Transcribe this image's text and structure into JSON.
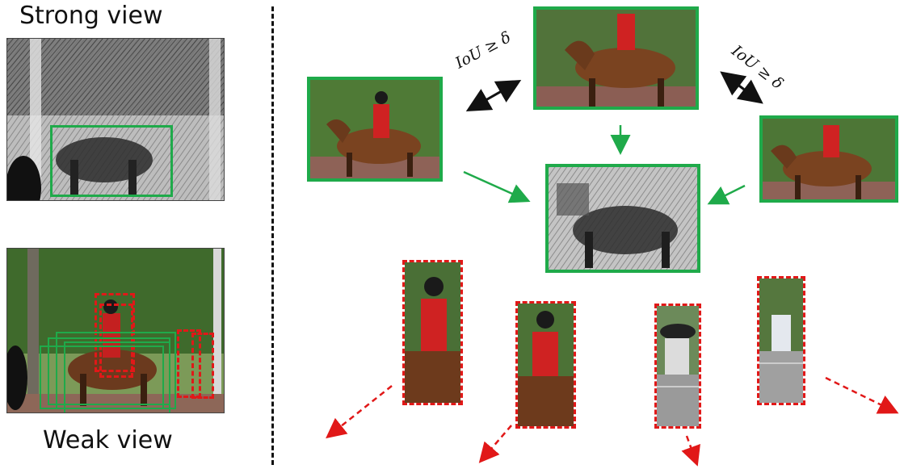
{
  "labels": {
    "strong_view": "Strong view",
    "weak_view": "Weak view",
    "iou_left": "IoU ≥ δ",
    "iou_right": "IoU ≥ δ"
  },
  "colors": {
    "positive_box": "#1faa4a",
    "negative_box": "#e11818",
    "divider": "#111111"
  }
}
